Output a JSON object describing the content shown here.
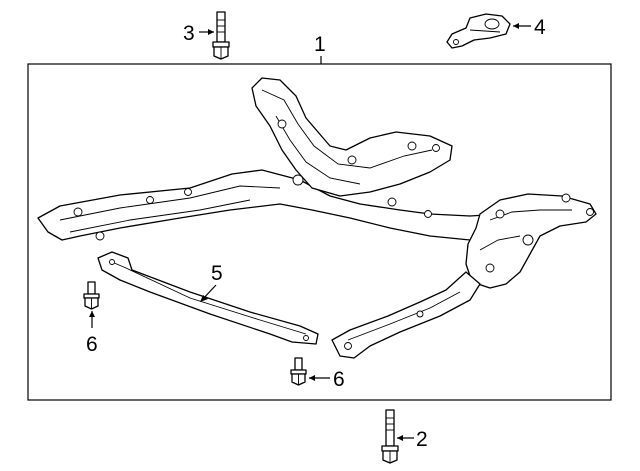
{
  "callouts": {
    "c1": "1",
    "c2": "2",
    "c3": "3",
    "c4": "4",
    "c5": "5",
    "c6a": "6",
    "c6b": "6"
  },
  "icons": [
    "subframe-icon",
    "bolt-icon",
    "bracket-icon",
    "stiffener-bar-icon"
  ],
  "colors": {
    "line": "#000000",
    "background": "#ffffff"
  }
}
